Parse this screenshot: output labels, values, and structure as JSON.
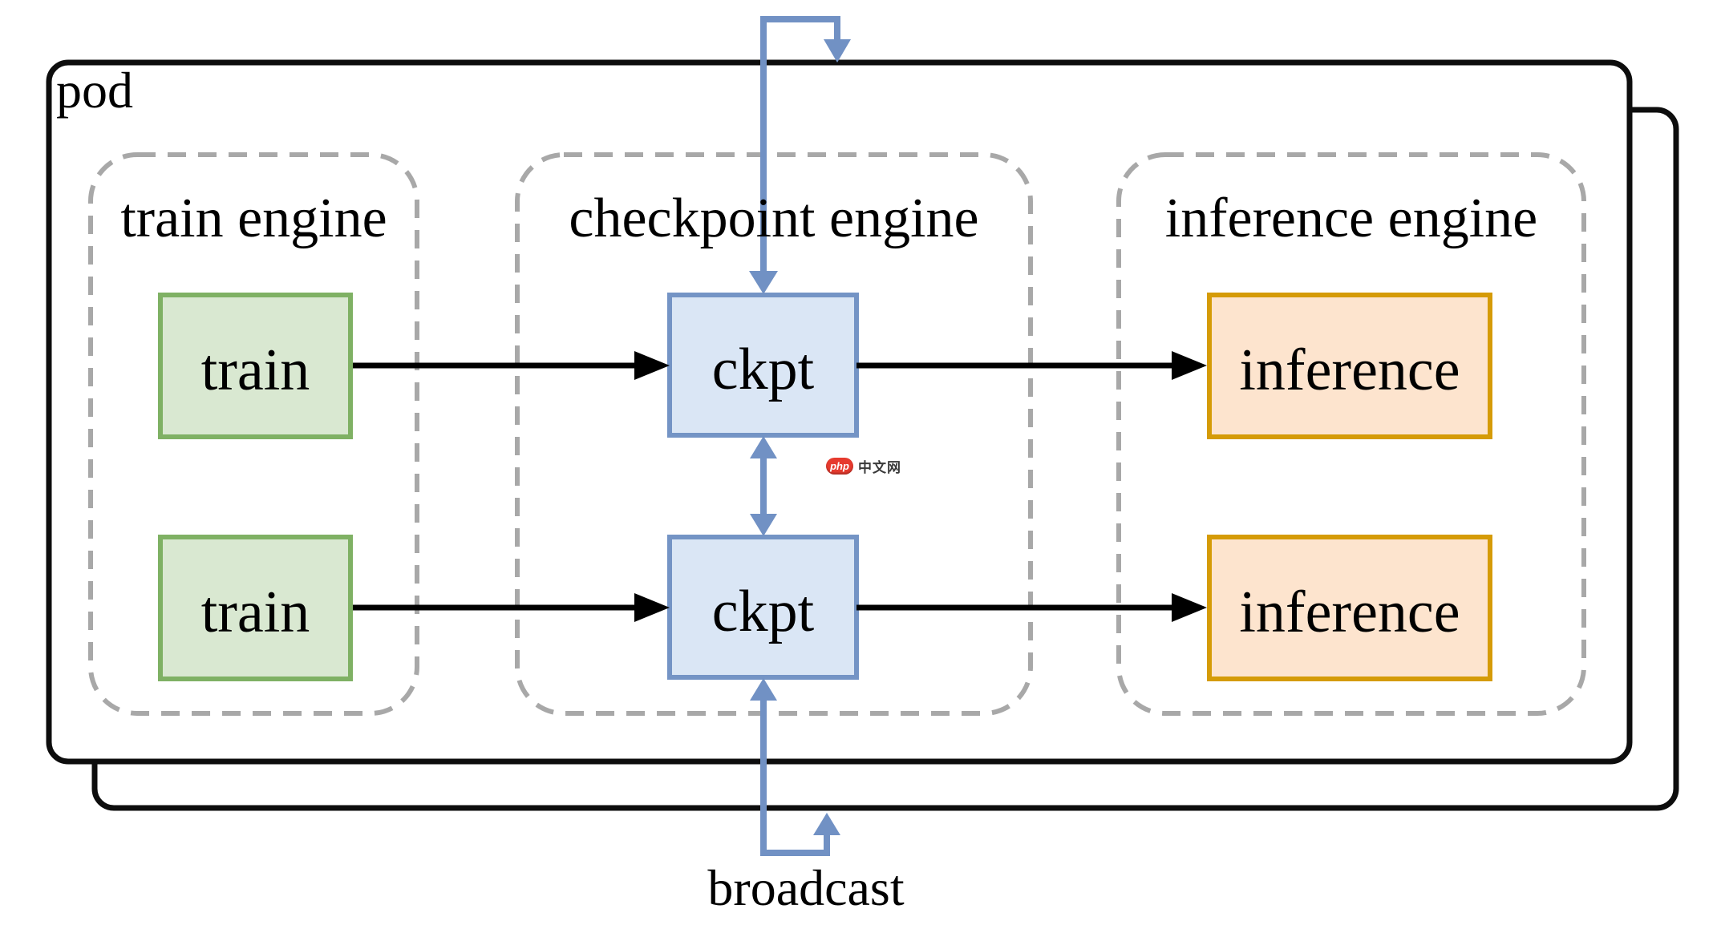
{
  "diagram": {
    "pod_label": "pod",
    "broadcast_label": "broadcast",
    "engines": [
      {
        "label": "train engine",
        "boxes": [
          "train",
          "train"
        ]
      },
      {
        "label": "checkpoint engine",
        "boxes": [
          "ckpt",
          "ckpt"
        ]
      },
      {
        "label": "inference engine",
        "boxes": [
          "inference",
          "inference"
        ]
      }
    ]
  },
  "watermark": {
    "badge": "php",
    "text": "中文网"
  },
  "colors": {
    "background": "#ffffff",
    "text": "#000000",
    "pod-border": "#0d0d0d",
    "dash-border": "#a8a8a8",
    "green-fill": "#d9e8d1",
    "green-border": "#7fb164",
    "blue-fill": "#dae6f5",
    "blue-border": "#7494c5",
    "orange-fill": "#fde4ce",
    "orange-border": "#d59b07",
    "arrow-black": "#000000",
    "arrow-blue": "#7191c4",
    "watermark-red": "#e63a2e",
    "watermark-text": "#3a3a3a"
  }
}
